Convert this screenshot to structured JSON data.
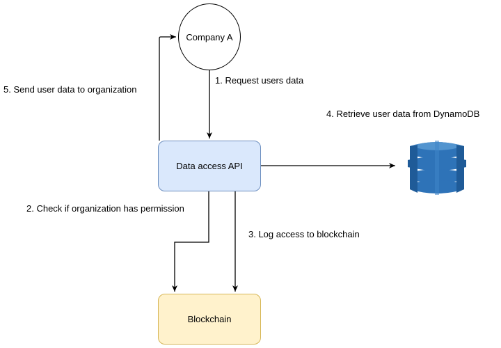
{
  "nodes": {
    "company": "Company A",
    "api": "Data access API",
    "blockchain": "Blockchain"
  },
  "edges": {
    "request": "1. Request users data",
    "check": "2. Check if organization has permission",
    "log": "3. Log access to blockchain",
    "retrieve": "4. Retrieve user data from DynamoDB",
    "send": "5. Send user data to organization"
  },
  "icons": {
    "database": "amazon-dynamodb-icon"
  },
  "colors": {
    "api_fill": "#dae8fc",
    "api_stroke": "#6c8ebf",
    "blockchain_fill": "#fff2cc",
    "blockchain_stroke": "#d6b656",
    "dynamodb_blue": "#2e73b8"
  }
}
